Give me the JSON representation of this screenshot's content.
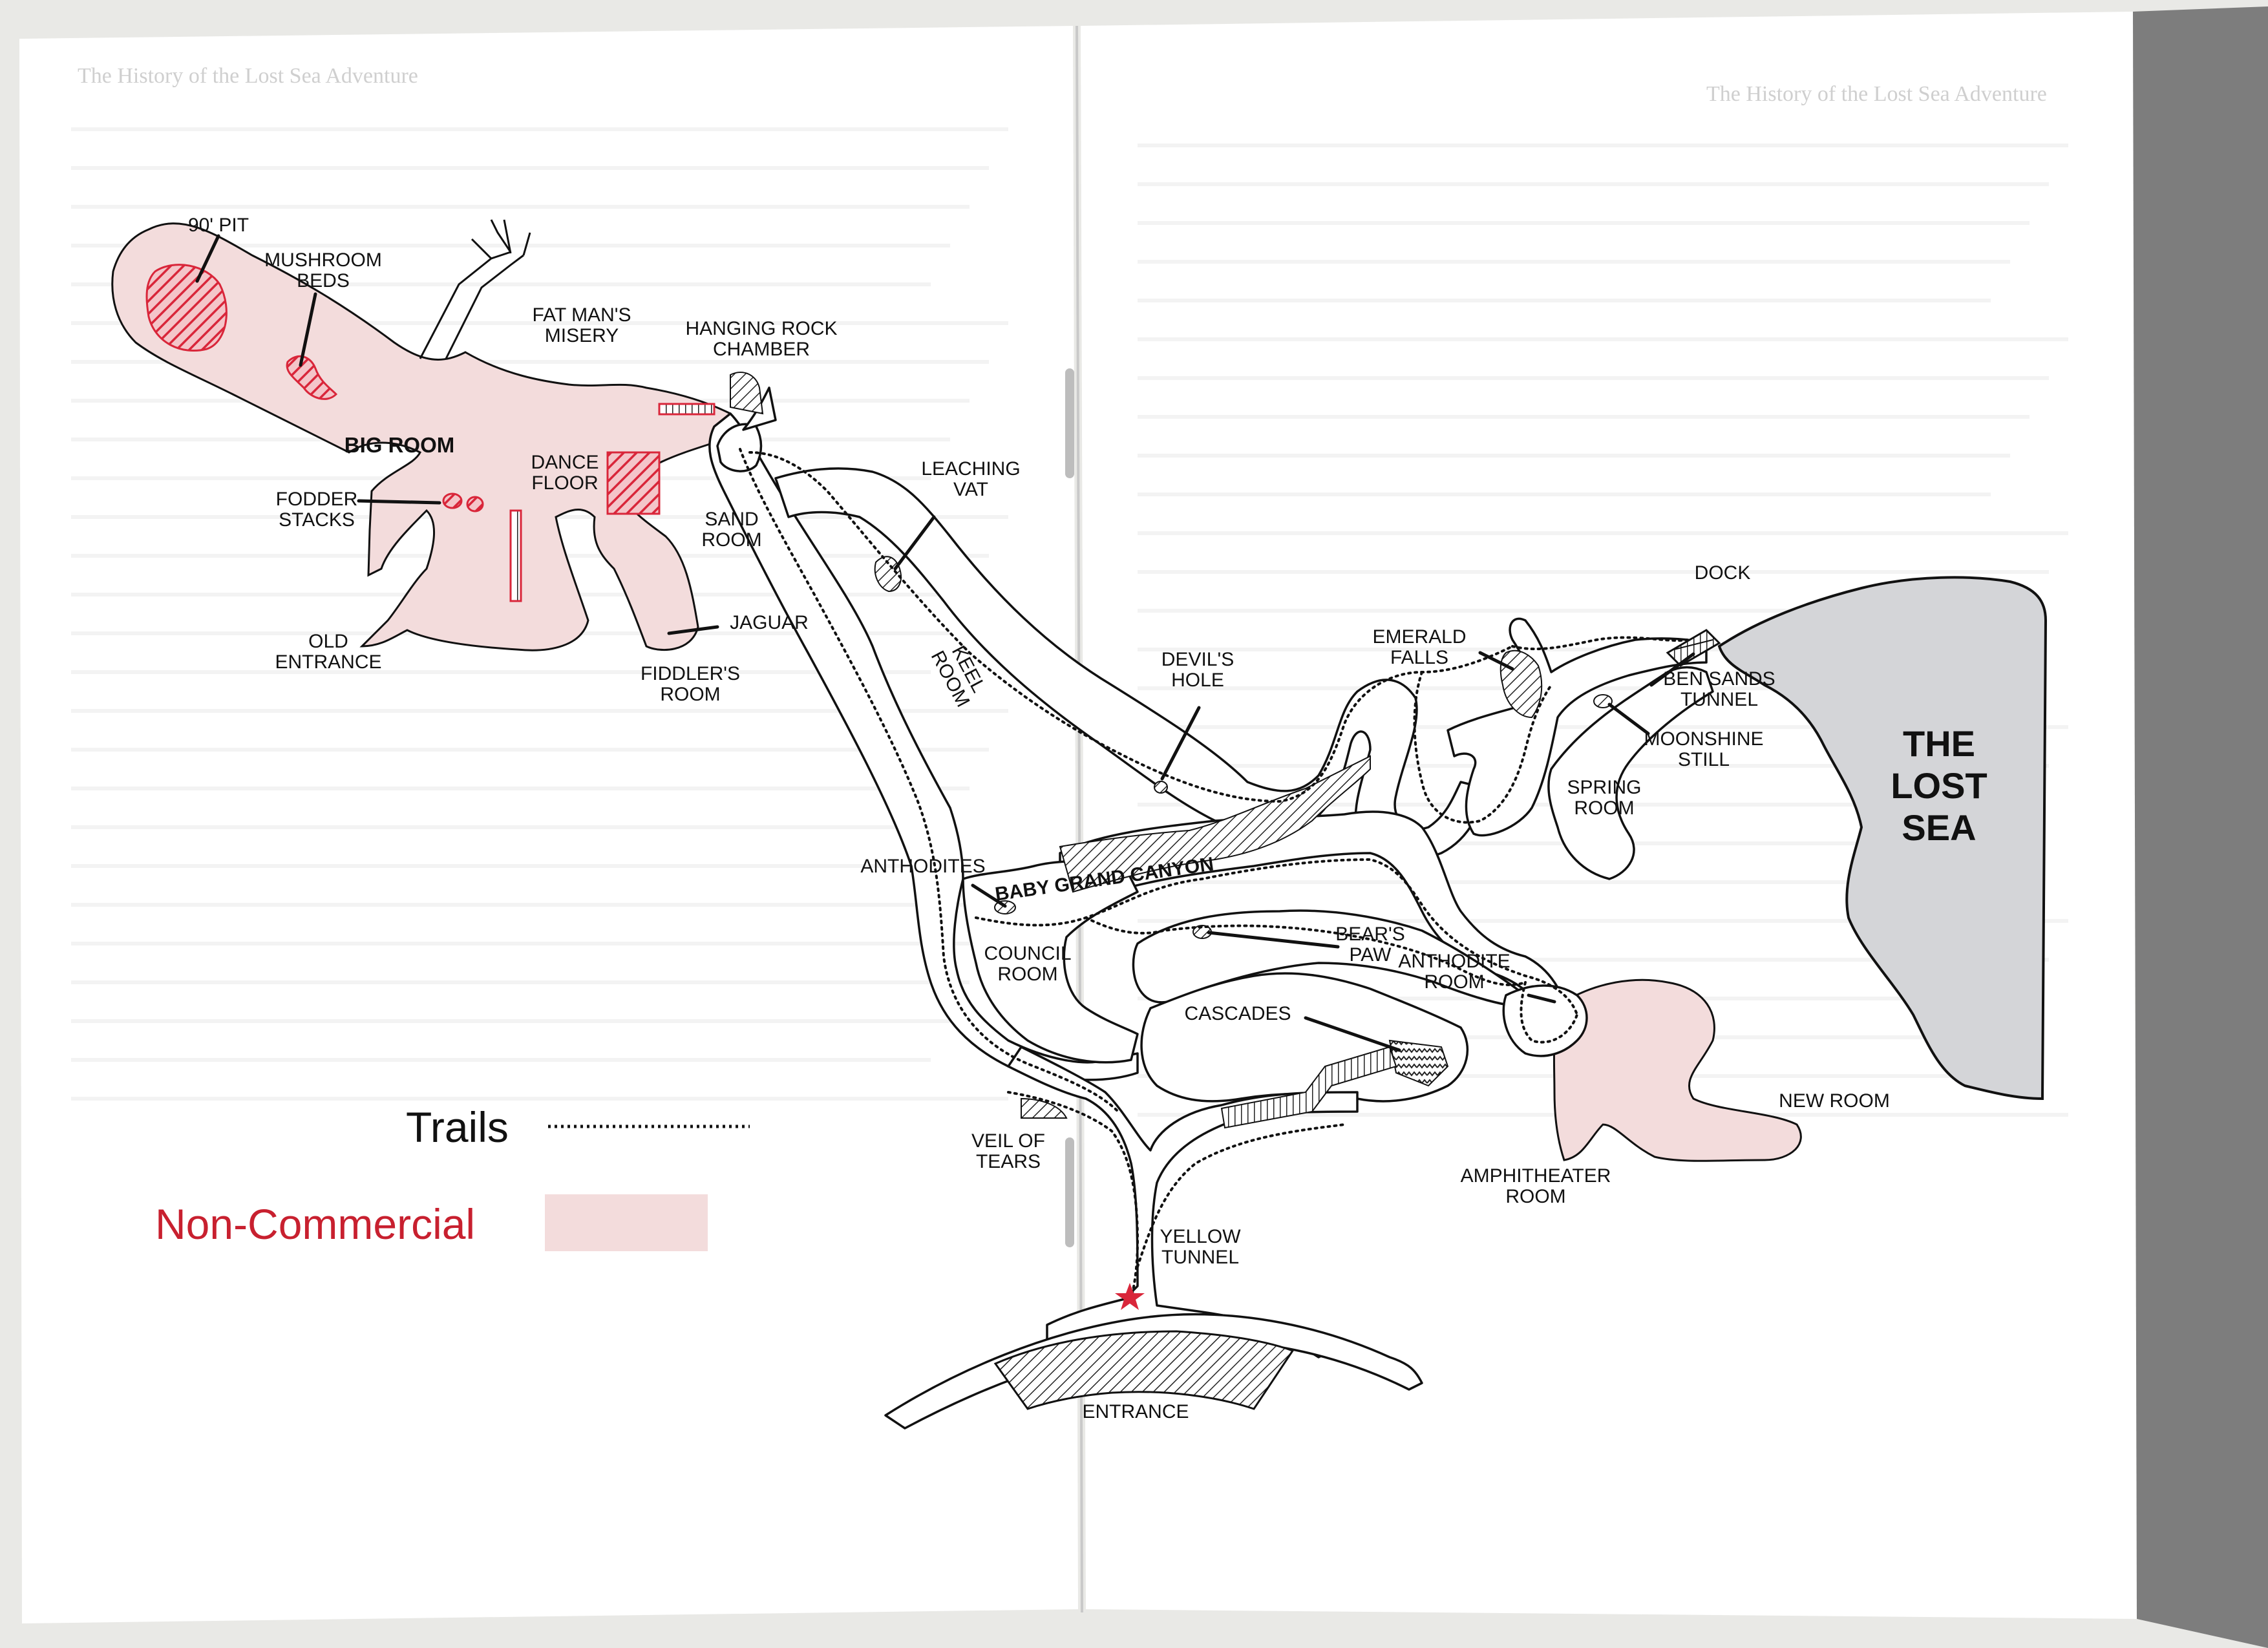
{
  "colors": {
    "paper": "#ffffff",
    "non_commercial_fill": "#f3dcdc",
    "feature_red": "#d9263a",
    "lake_gray": "#d4d5d8",
    "legend_title_red": "#c8202f",
    "ink": "#111111"
  },
  "header": {
    "left_running_head": "The History of the Lost Sea Adventure",
    "right_running_head": "The History of the Lost Sea Adventure"
  },
  "map": {
    "labels": {
      "pit_90": "90' PIT",
      "mushroom_beds": [
        "MUSHROOM",
        "BEDS"
      ],
      "fat_mans_misery": [
        "FAT MAN'S",
        "MISERY"
      ],
      "hanging_rock_chamber": [
        "HANGING ROCK",
        "CHAMBER"
      ],
      "big_room": "BIG ROOM",
      "dance_floor": [
        "DANCE",
        "FLOOR"
      ],
      "fodder_stacks": [
        "FODDER",
        "STACKS"
      ],
      "sand_room": [
        "SAND",
        "ROOM"
      ],
      "leaching_vat": [
        "LEACHING",
        "VAT"
      ],
      "jaguar": "JAGUAR",
      "old_entrance": [
        "OLD",
        "ENTRANCE"
      ],
      "fiddlers_room": [
        "FIDDLER'S",
        "ROOM"
      ],
      "keel_room": [
        "KEEL",
        "ROOM"
      ],
      "devils_hole": [
        "DEVIL'S",
        "HOLE"
      ],
      "emerald_falls": [
        "EMERALD",
        "FALLS"
      ],
      "dock": "DOCK",
      "ben_sands_tunnel": [
        "BEN SANDS",
        "TUNNEL"
      ],
      "moonshine_still": [
        "MOONSHINE",
        "STILL"
      ],
      "spring_room": [
        "SPRING",
        "ROOM"
      ],
      "the_lost_sea": [
        "THE",
        "LOST",
        "SEA"
      ],
      "anthodites": "ANTHODITES",
      "baby_grand_canyon": "BABY GRAND CANYON",
      "bears_paw": [
        "BEAR'S",
        "PAW"
      ],
      "anthodite_room": [
        "ANTHODITE",
        "ROOM"
      ],
      "council_room": [
        "COUNCIL",
        "ROOM"
      ],
      "cascades": "CASCADES",
      "new_room": "NEW ROOM",
      "amphitheater_room": [
        "AMPHITHEATER",
        "ROOM"
      ],
      "veil_of_tears": [
        "VEIL OF",
        "TEARS"
      ],
      "yellow_tunnel": [
        "YELLOW",
        "TUNNEL"
      ],
      "entrance": "ENTRANCE"
    }
  },
  "legend": {
    "trails_label": "Trails",
    "non_commercial_label": "Non-Commercial"
  }
}
